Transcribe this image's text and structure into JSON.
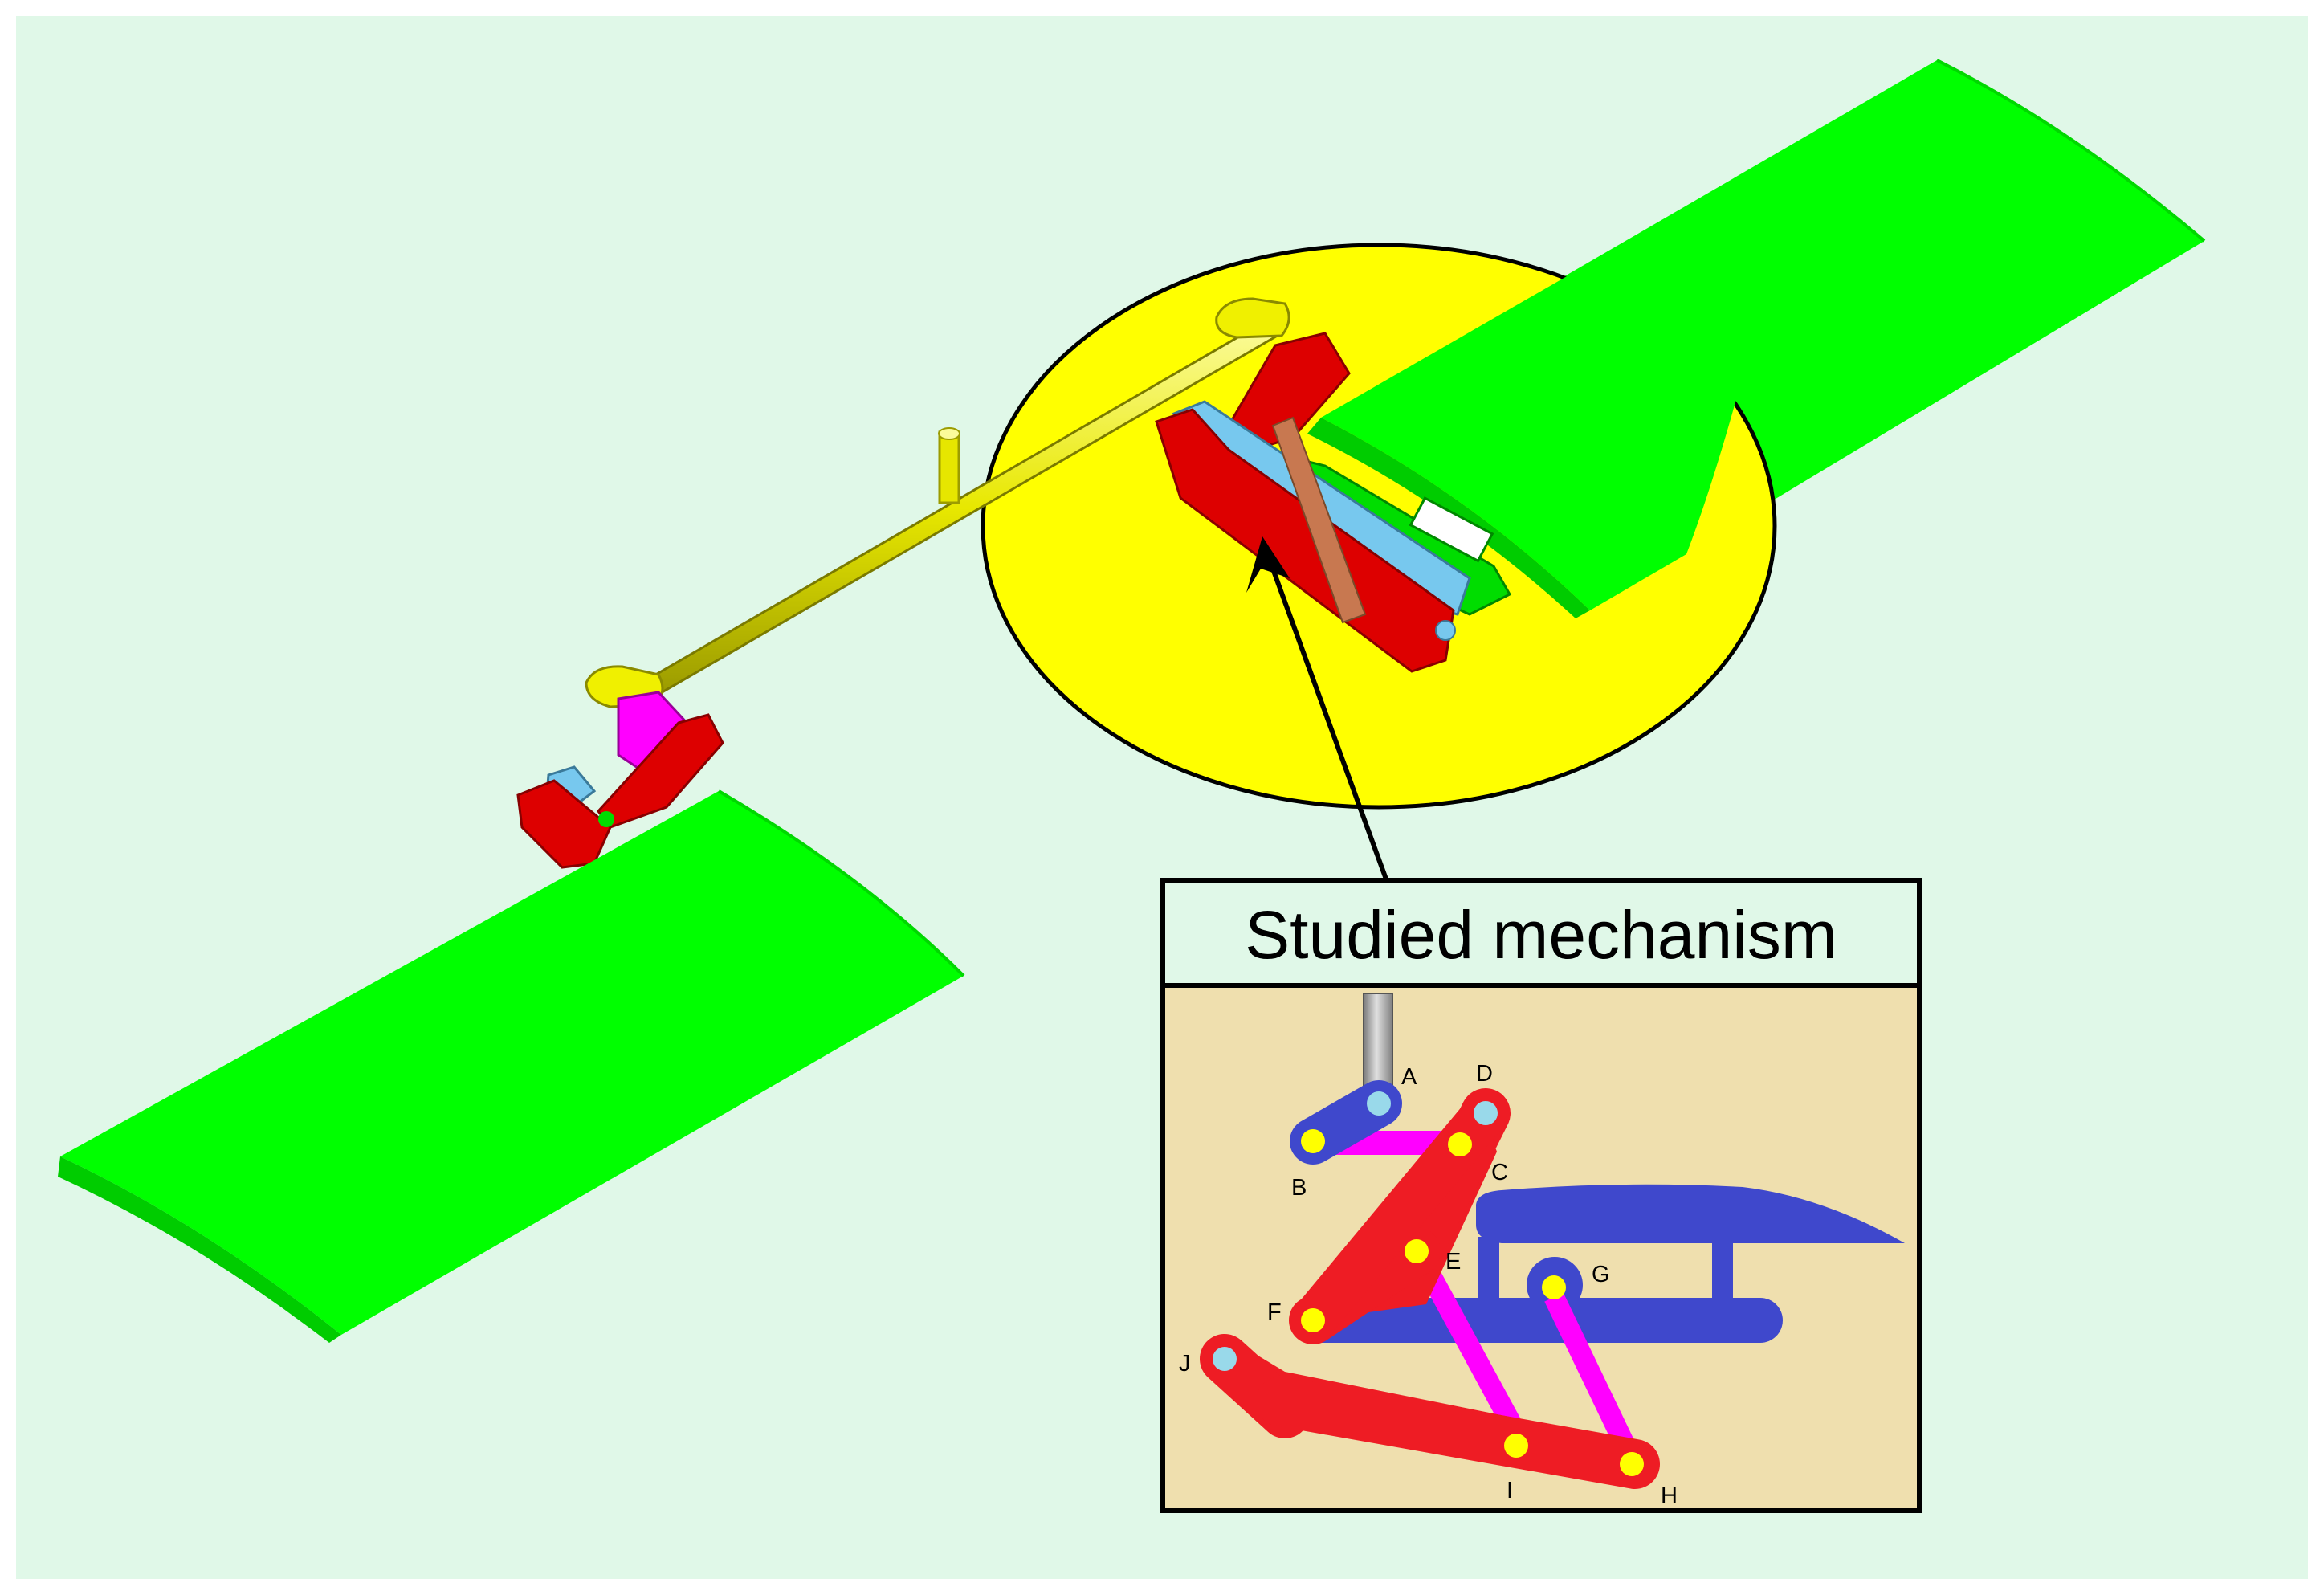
{
  "caption": "Studied mechanism",
  "points": {
    "A": "A",
    "B": "B",
    "C": "C",
    "D": "D",
    "E": "E",
    "F": "F",
    "G": "G",
    "H": "H",
    "I": "I",
    "J": "J"
  },
  "colors": {
    "background": "#e0f8e8",
    "surface": "#00ff00",
    "surface_edge": "#00c800",
    "rod": "#f0f000",
    "highlight": "#ffff00",
    "crank_red": "#dd0000",
    "link_magenta": "#ff00ff",
    "link_cyan": "#77c8ee",
    "inset_background": "#efdfae",
    "inset_red": "#ee1c24",
    "inset_blue": "#3f48cc",
    "inset_magenta": "#ff00ff",
    "joint_yellow": "#ffff00",
    "joint_cyan": "#99d9ea",
    "actuator_grey": "#a0a0a0"
  }
}
